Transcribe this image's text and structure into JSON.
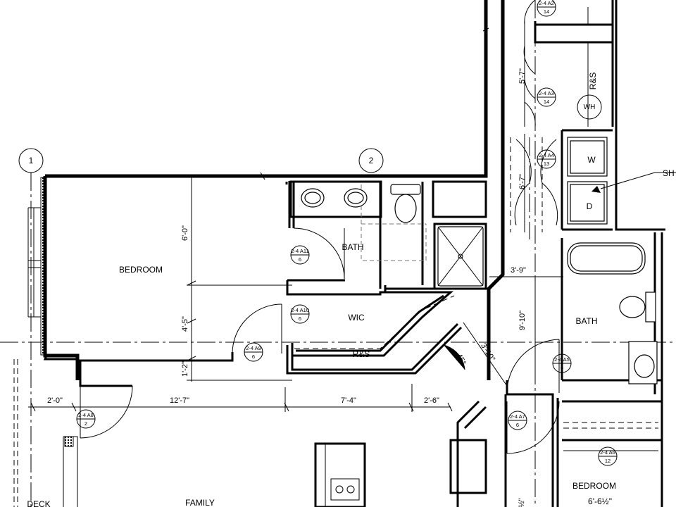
{
  "rooms": {
    "bedroom1": "BEDROOM",
    "bath1": "BATH",
    "wic": "WIC",
    "rs1": "R&S",
    "bath2": "BATH",
    "bedroom2": "BEDROOM",
    "family": "FAMILY",
    "deck": "DECK",
    "rs2": "R&S",
    "wh": "WH",
    "washer": "W",
    "dryer": "D"
  },
  "grid_markers": [
    "1",
    "2"
  ],
  "note": "SH AB",
  "dimensions": {
    "d1": "6'-0\"",
    "d2": "4'-5\"",
    "d3": "1'-2\"",
    "d4": "2'-0\"",
    "d5": "12'-7\"",
    "d6": "7'-4\"",
    "d7": "2'-6\"",
    "d8": "3'-9\"",
    "d9": "9'-10\"",
    "d10": "3'-10\"",
    "d11": "45°",
    "d12": "5'-7\"",
    "d13": "6'-7\"",
    "d14": "6'-6½\"",
    "d15": "½\""
  },
  "tags": [
    {
      "code": "2-4 A2",
      "num": "14"
    },
    {
      "code": "2-4 A3",
      "num": "14"
    },
    {
      "code": "2-4 A4",
      "num": "13"
    },
    {
      "code": "2-4 A11",
      "num": "6"
    },
    {
      "code": "2-4 A10",
      "num": "6"
    },
    {
      "code": "2-4 A9",
      "num": "6"
    },
    {
      "code": "2-4 A8",
      "num": "2"
    },
    {
      "code": "2-4 A5",
      "num": "6"
    },
    {
      "code": "2-4 A7",
      "num": "6"
    },
    {
      "code": "2-4 A6",
      "num": "12"
    }
  ]
}
